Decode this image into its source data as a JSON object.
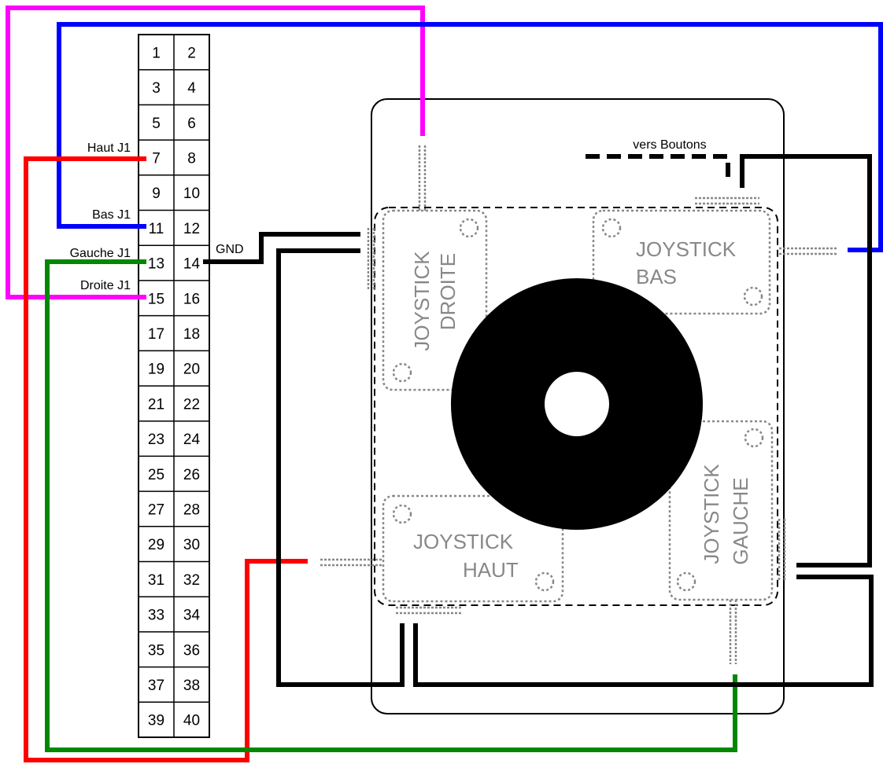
{
  "header": {
    "pins": [
      "1",
      "2",
      "3",
      "4",
      "5",
      "6",
      "7",
      "8",
      "9",
      "10",
      "11",
      "12",
      "13",
      "14",
      "15",
      "16",
      "17",
      "18",
      "19",
      "20",
      "21",
      "22",
      "23",
      "24",
      "25",
      "26",
      "27",
      "28",
      "29",
      "30",
      "31",
      "32",
      "33",
      "34",
      "35",
      "36",
      "37",
      "38",
      "39",
      "40"
    ]
  },
  "wires": {
    "haut": "Haut J1",
    "bas": "Bas J1",
    "gauche": "Gauche J1",
    "droite": "Droite J1",
    "gnd": "GND"
  },
  "buttons_label": "vers Boutons",
  "switches": {
    "droite": [
      "JOYSTICK",
      "DROITE"
    ],
    "bas": [
      "JOYSTICK",
      "BAS"
    ],
    "haut": [
      "JOYSTICK",
      "HAUT"
    ],
    "gauche": [
      "JOYSTICK",
      "GAUCHE"
    ]
  },
  "colors": {
    "haut": "#ff0000",
    "bas": "#0000ff",
    "gauche": "#008800",
    "droite": "#ff00ff",
    "gnd": "#000000",
    "switch_outline": "#888888"
  }
}
